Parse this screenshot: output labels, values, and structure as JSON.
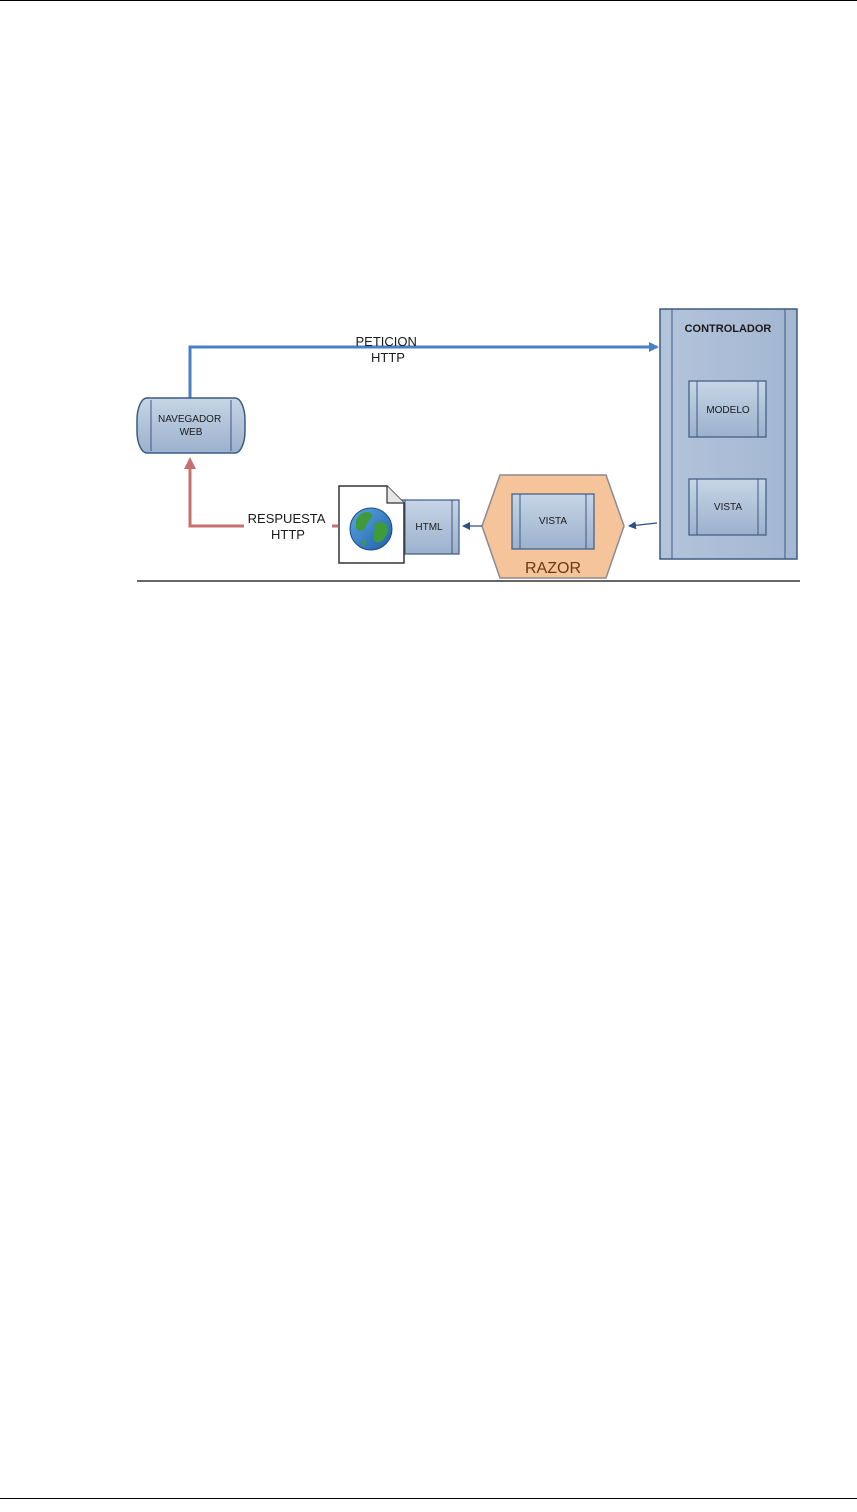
{
  "diagram": {
    "request_label": [
      "PETICION",
      "HTTP"
    ],
    "response_label": [
      "RESPUESTA",
      "HTTP"
    ],
    "browser_label": [
      "NAVEGADOR",
      "WEB"
    ],
    "controller_title": "CONTROLADOR",
    "model_label": "MODELO",
    "controller_view_label": "VISTA",
    "razor_view_label": "VISTA",
    "razor_label": "RAZOR",
    "html_label": "HTML"
  },
  "colors": {
    "request_arrow": "#4a7fc8",
    "response_arrow": "#c87070",
    "box_fill": "#a9bcd6",
    "razor_fill": "#f5c49a"
  },
  "icons": [
    "globe-icon",
    "html-document-icon"
  ]
}
